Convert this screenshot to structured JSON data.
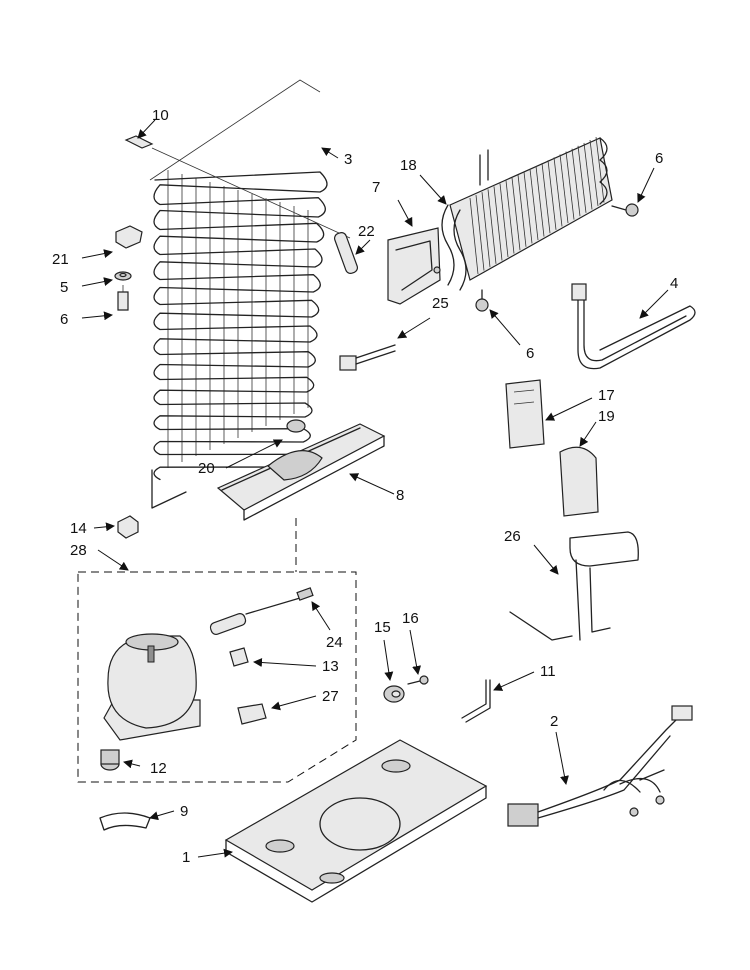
{
  "diagram": {
    "callouts": {
      "c1": "1",
      "c2": "2",
      "c3": "3",
      "c4": "4",
      "c5": "5",
      "c6a": "6",
      "c6b": "6",
      "c6c": "6",
      "c7": "7",
      "c8": "8",
      "c9": "9",
      "c10": "10",
      "c11": "11",
      "c12": "12",
      "c13": "13",
      "c14": "14",
      "c15": "15",
      "c16": "16",
      "c17": "17",
      "c18": "18",
      "c19": "19",
      "c20": "20",
      "c21": "21",
      "c22": "22",
      "c24": "24",
      "c25": "25",
      "c26": "26",
      "c27": "27",
      "c28": "28"
    }
  }
}
